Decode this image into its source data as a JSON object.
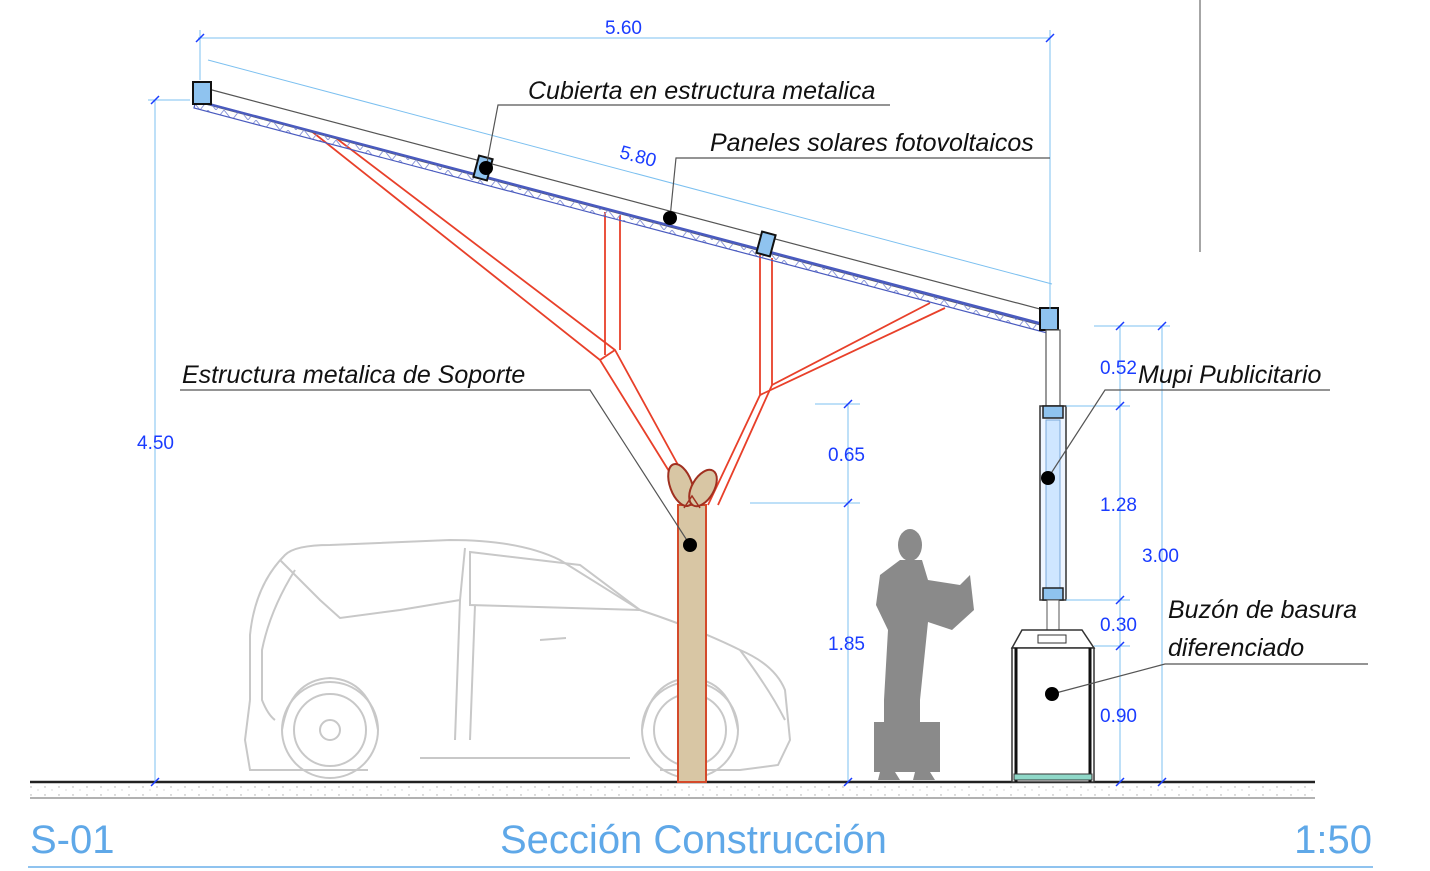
{
  "drawing": {
    "id": "S-01",
    "title": "Sección Construcción",
    "scale": "1:50"
  },
  "labels": {
    "cubierta": "Cubierta en estructura metalica",
    "paneles": "Paneles solares fotovoltaicos",
    "estructura": "Estructura metalica de Soporte",
    "mupi": "Mupi Publicitario",
    "buzon_1": "Buzón de basura",
    "buzon_2": "diferenciado"
  },
  "dimensions": {
    "canopy_width": "5.60",
    "panel_length": "5.80",
    "total_height": "4.50",
    "fork_height": "0.65",
    "trunk_height": "1.85",
    "mupi_top": "0.52",
    "mupi_panel": "1.28",
    "mupi_total": "3.00",
    "mupi_gap": "0.30",
    "bin_height": "0.90"
  },
  "colors": {
    "dimension_text": "#1a3cff",
    "dimension_line": "#7cc0f0",
    "structure": "#e8402a",
    "trunk_fill": "#d8c6a4",
    "panel": "#4a5bbf",
    "footer_text": "#5fa8e8"
  }
}
